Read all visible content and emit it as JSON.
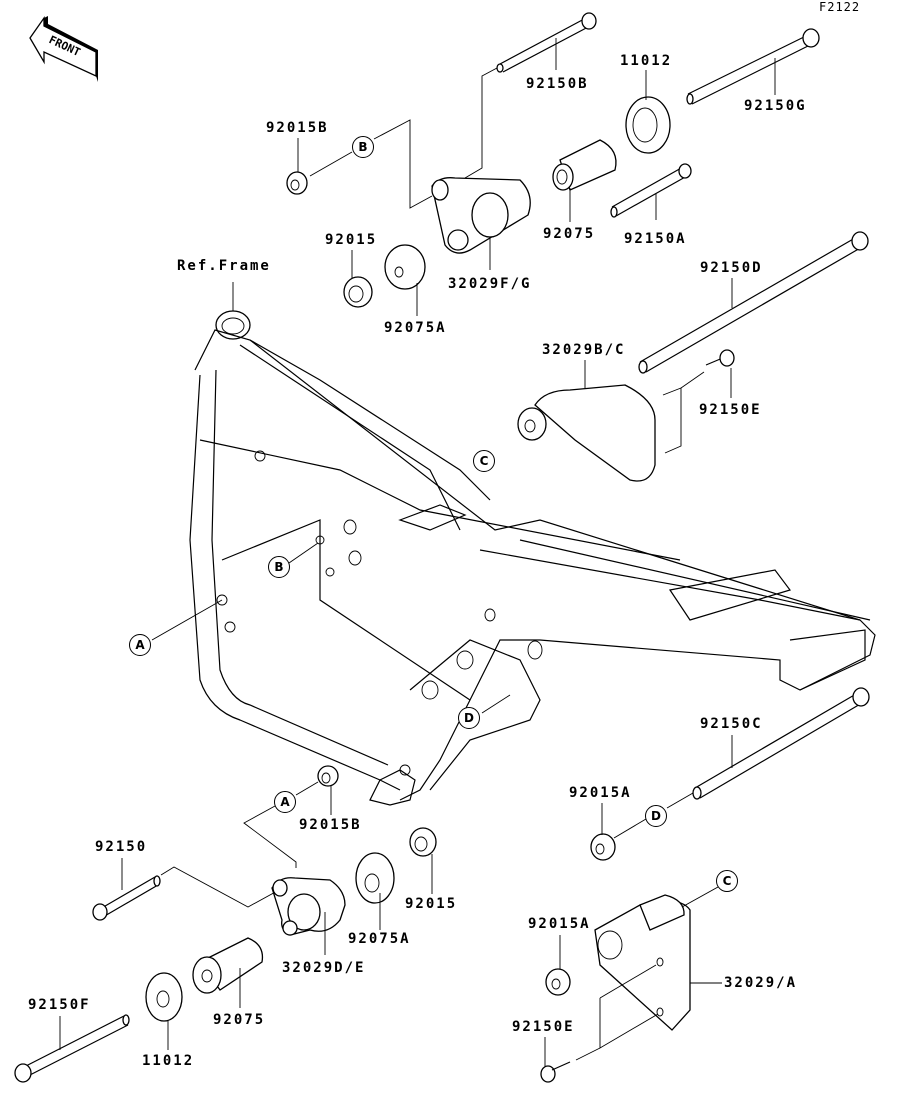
{
  "diagram": {
    "code": "F2122",
    "front_label": "FRONT",
    "ref_frame_label": "Ref.Frame",
    "markers": {
      "A": "A",
      "B": "B",
      "C": "C",
      "D": "D"
    },
    "parts": {
      "p_92150B": "92150B",
      "p_11012_top": "11012",
      "p_92150G": "92150G",
      "p_92015B_top": "92015B",
      "p_92075_top": "92075",
      "p_92150A": "92150A",
      "p_92015_top": "92015",
      "p_32029FG": "32029F/G",
      "p_92075A_top": "92075A",
      "p_92150D": "92150D",
      "p_32029BC": "32029B/C",
      "p_92150E_top": "92150E",
      "p_92150C": "92150C",
      "p_92015A_mid": "92015A",
      "p_92015B_bot": "92015B",
      "p_92150": "92150",
      "p_92015_bot": "92015",
      "p_92075A_bot": "92075A",
      "p_32029DE": "32029D/E",
      "p_92015A_bot": "92015A",
      "p_32029A": "32029/A",
      "p_92150F": "92150F",
      "p_92075_bot": "92075",
      "p_11012_bot": "11012",
      "p_92150E_bot": "92150E"
    }
  }
}
